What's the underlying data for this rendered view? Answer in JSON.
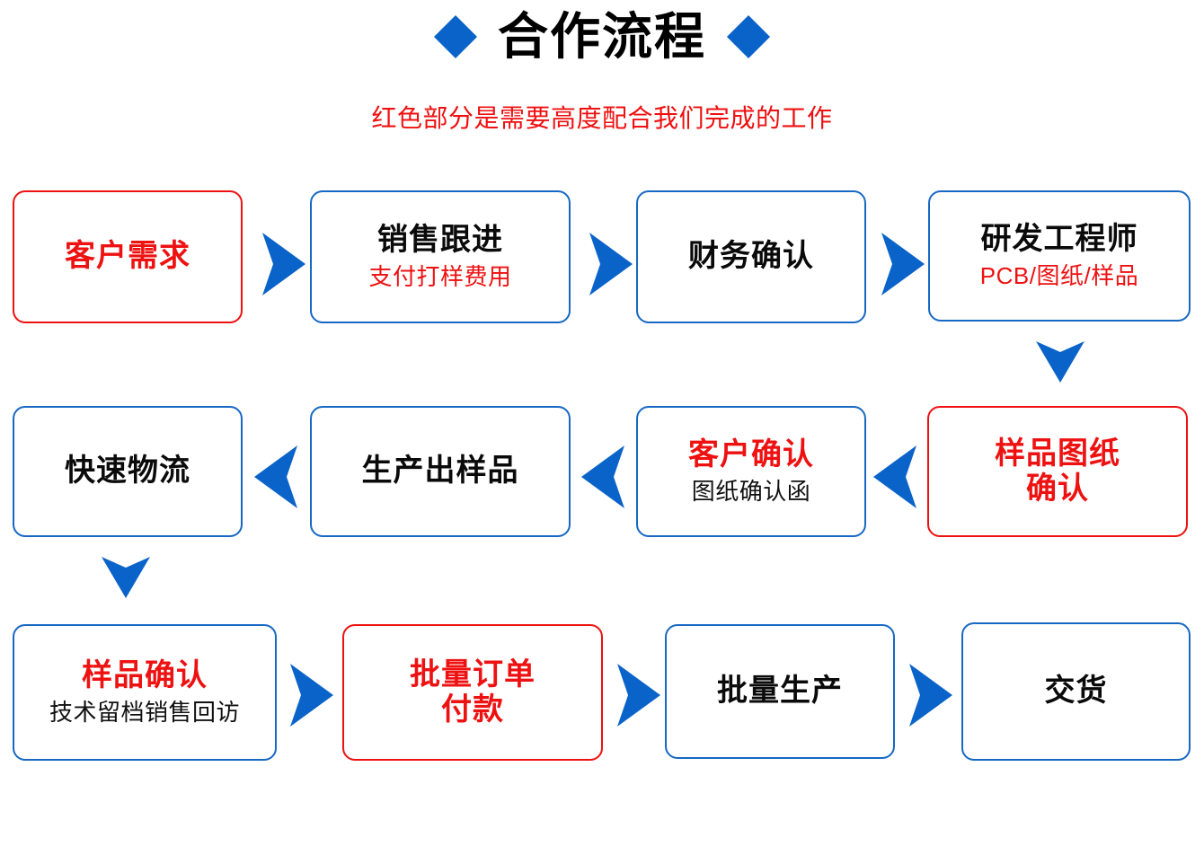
{
  "header": {
    "title": "合作流程",
    "subtitle": "红色部分是需要高度配合我们完成的工作",
    "diamond_left": "diamond-left",
    "diamond_right": "diamond-right"
  },
  "colors": {
    "accent_blue": "#1768c4",
    "arrow_blue": "#0a63c9",
    "highlight_red": "#ee1111",
    "text_black": "#0a0a0a",
    "background": "#ffffff"
  },
  "rows": [
    {
      "id": "row-1",
      "direction": "left-to-right",
      "boxes": [
        {
          "title": "客户需求",
          "title_color": "red",
          "border": "red",
          "sub": ""
        },
        {
          "title": "销售跟进",
          "title_color": "black",
          "border": "blue",
          "sub": "支付打样费用",
          "sub_color": "red"
        },
        {
          "title": "财务确认",
          "title_color": "black",
          "border": "blue",
          "sub": ""
        },
        {
          "title": "研发工程师",
          "title_color": "black",
          "border": "blue",
          "sub": "PCB/图纸/样品",
          "sub_color": "red"
        }
      ]
    },
    {
      "id": "row-2",
      "direction": "right-to-left",
      "boxes": [
        {
          "title": "快速物流",
          "title_color": "black",
          "border": "blue",
          "sub": ""
        },
        {
          "title": "生产出样品",
          "title_color": "black",
          "border": "blue",
          "sub": ""
        },
        {
          "title": "客户确认",
          "title_color": "red",
          "border": "blue",
          "sub": "图纸确认函",
          "sub_color": "black"
        },
        {
          "title": "样品图纸\n确认",
          "title_color": "red",
          "border": "red",
          "sub": ""
        }
      ]
    },
    {
      "id": "row-3",
      "direction": "left-to-right",
      "boxes": [
        {
          "title": "样品确认",
          "title_color": "red",
          "border": "blue",
          "sub": "技术留档销售回访",
          "sub_color": "black"
        },
        {
          "title": "批量订单\n付款",
          "title_color": "red",
          "border": "red",
          "sub": ""
        },
        {
          "title": "批量生产",
          "title_color": "black",
          "border": "blue",
          "sub": ""
        },
        {
          "title": "交货",
          "title_color": "black",
          "border": "blue",
          "sub": ""
        }
      ]
    }
  ],
  "connectors": [
    {
      "name": "arrow-right-row1-1",
      "direction": "right"
    },
    {
      "name": "arrow-right-row1-2",
      "direction": "right"
    },
    {
      "name": "arrow-right-row1-3",
      "direction": "right"
    },
    {
      "name": "arrow-down-right",
      "direction": "down"
    },
    {
      "name": "arrow-left-row2-1",
      "direction": "left"
    },
    {
      "name": "arrow-left-row2-2",
      "direction": "left"
    },
    {
      "name": "arrow-left-row2-3",
      "direction": "left"
    },
    {
      "name": "arrow-down-left",
      "direction": "down"
    },
    {
      "name": "arrow-right-row3-1",
      "direction": "right"
    },
    {
      "name": "arrow-right-row3-2",
      "direction": "right"
    },
    {
      "name": "arrow-right-row3-3",
      "direction": "right"
    }
  ]
}
